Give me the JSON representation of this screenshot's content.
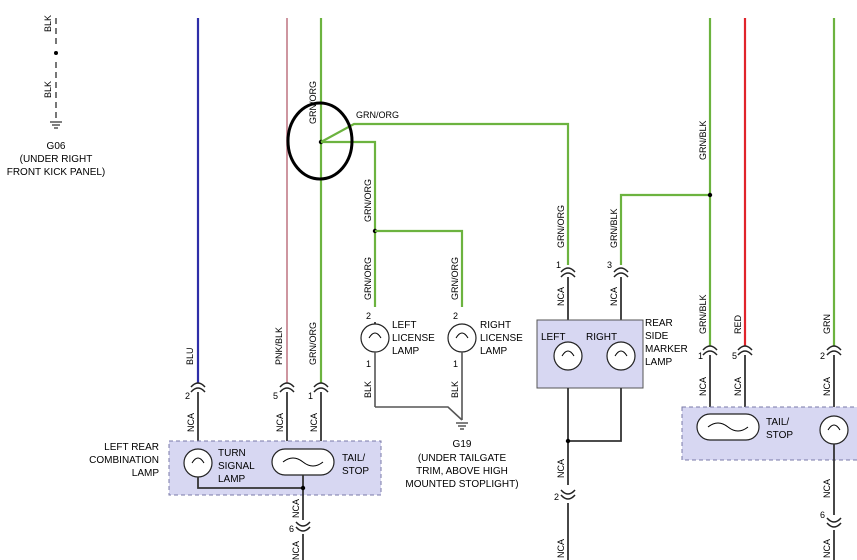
{
  "wires": {
    "blk_top": "BLK",
    "blk_mid": "BLK",
    "grn_org_top": "GRN/ORG",
    "grn_org_horiz": "GRN/ORG",
    "grn_org_branch": "GRN/ORG",
    "grn_org_left_lic": "GRN/ORG",
    "grn_org_right_lic": "GRN/ORG",
    "grn_org_rear_side": "GRN/ORG",
    "grn_blk_rear_side": "GRN/BLK",
    "grn_blk_top_right": "GRN/BLK",
    "grn_blk_right": "GRN/BLK",
    "red": "RED",
    "grn": "GRN",
    "blu": "BLU",
    "pnk_blk": "PNK/BLK",
    "grn_org_left_comb": "GRN/ORG",
    "blk_left_lic": "BLK",
    "blk_right_lic": "BLK"
  },
  "ground_g06": {
    "id": "G06",
    "location_line1": "(UNDER RIGHT",
    "location_line2": "FRONT KICK PANEL)"
  },
  "ground_g19": {
    "id": "G19",
    "location_line1": "(UNDER TAILGATE",
    "location_line2": "TRIM, ABOVE HIGH",
    "location_line3": "MOUNTED STOPLIGHT)"
  },
  "left_license_lamp": {
    "line1": "LEFT",
    "line2": "LICENSE",
    "line3": "LAMP",
    "pin_top": "2",
    "pin_bottom": "1"
  },
  "right_license_lamp": {
    "line1": "RIGHT",
    "line2": "LICENSE",
    "line3": "LAMP",
    "pin_top": "2",
    "pin_bottom": "1"
  },
  "rear_side_marker": {
    "left": "LEFT",
    "right": "RIGHT",
    "line1": "REAR",
    "line2": "SIDE",
    "line3": "MARKER",
    "line4": "LAMP",
    "pin_left": "1",
    "pin_right": "3"
  },
  "left_rear_combo": {
    "line1": "LEFT REAR",
    "line2": "COMBINATION",
    "line3": "LAMP",
    "turn_line1": "TURN",
    "turn_line2": "SIGNAL",
    "turn_line3": "LAMP",
    "tail_line1": "TAIL/",
    "tail_line2": "STOP",
    "pin_blu": "2",
    "pin_pnk": "5",
    "pin_grn": "1",
    "pin_bottom": "6"
  },
  "right_rear_combo": {
    "tail_line1": "TAIL/",
    "tail_line2": "STOP",
    "pin_grnblk": "1",
    "pin_red": "5",
    "pin_grn": "2",
    "pin_bottom": "6"
  },
  "nca": "NCA",
  "pin_2_bottom": "2"
}
